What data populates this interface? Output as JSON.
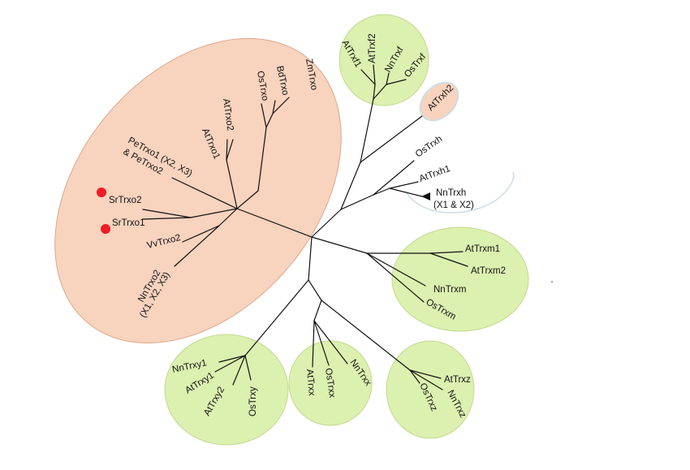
{
  "colors": {
    "trxo_clade": "#F8D3BE",
    "trxo_border": "#DDA98C",
    "trx_clade": "#DCF0B0",
    "trx_border": "#C2DA8E",
    "trxh_halo": "#CFDDE3",
    "marker_red": "#EE1C24",
    "line": "#111111"
  },
  "labels": {
    "PeTrxo1": "PeTrxo1 (X2, X3)",
    "PeTrxo2": "& PeTrxo2",
    "SrTrxo2": "SrTrxo2",
    "SrTrxo1": "SrTrxo1",
    "VvTrxo2": "VvTrxo2",
    "NnTrxo2a": "NnTrxo2",
    "NnTrxo2b": "(X1, X2, X3)",
    "AtTrxo1": "AtTrxo1",
    "AtTrxo2": "AtTrxo2",
    "OsTrxo": "OsTrxo",
    "BdTrxo": "BdTrxo",
    "ZmTrxo": "ZmTrxo",
    "AtTrxf1": "AtTrxf1",
    "AtTrxf2": "AtTrxf2",
    "NnTrxf": "NnTrxf",
    "OsTrxf": "OsTrxf",
    "AtTrxh2": "AtTrxh2",
    "OsTrxh": "OsTrxh",
    "AtTrxh1": "AtTrxh1",
    "NnTrxh_a": "NnTrxh",
    "NnTrxh_b": "(X1 & X2)",
    "AtTrxm1": "AtTrxm1",
    "AtTrxm2": "AtTrxm2",
    "NnTrxm": "NnTrxm",
    "OsTrxm": "OsTrxm",
    "AtTrxz": "AtTrxz",
    "NnTrxz": "NnTrxz",
    "OsTrxz": "OsTrxz",
    "AtTrxx": "AtTrxx",
    "OsTrxx": "OsTrxx",
    "NnTrxx": "NnTrxx",
    "NnTrxy1": "NnTrxy1",
    "AtTrxy1": "AtTrxy1",
    "AtTrxy2": "AtTrxy2",
    "OsTrxy": "OsTrxy"
  }
}
